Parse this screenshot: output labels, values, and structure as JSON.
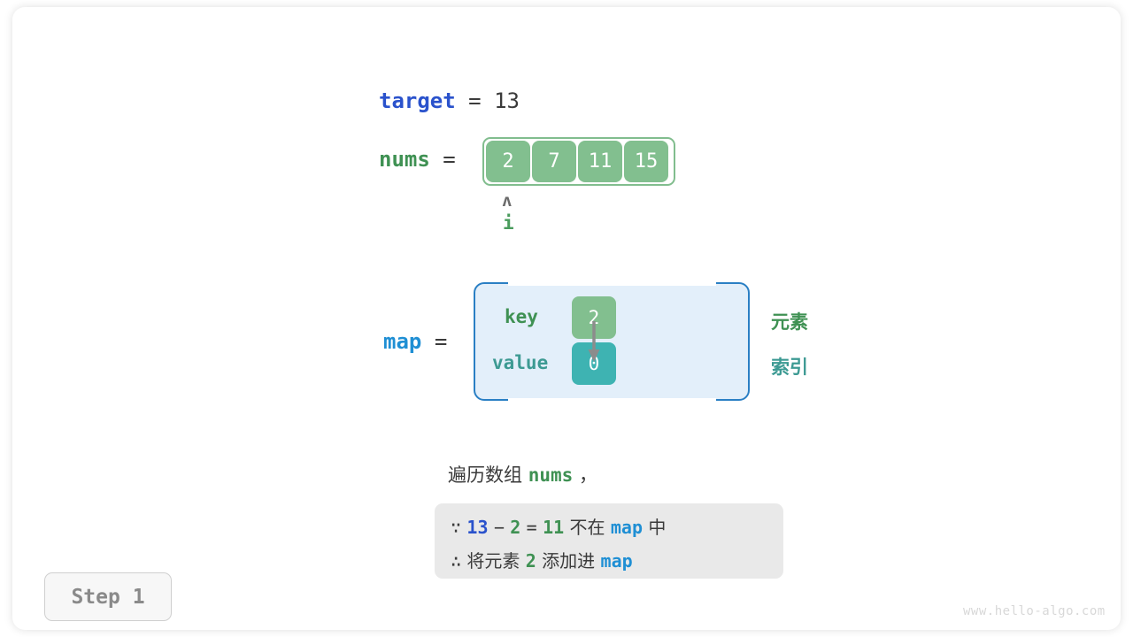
{
  "page": {
    "watermark": "www.hello-algo.com",
    "step_badge": "Step 1"
  },
  "target": {
    "name": "target",
    "equals": "=",
    "value": "13"
  },
  "nums": {
    "name": "nums",
    "equals": "=",
    "cells": [
      "2",
      "7",
      "11",
      "15"
    ],
    "pointer_caret": "ʌ",
    "pointer_label": "i",
    "pointer_index": 0
  },
  "map": {
    "name": "map",
    "equals": "=",
    "key_label": "key",
    "value_label": "value",
    "key_cell": "2",
    "value_cell": "0",
    "annotation_element": "元素",
    "annotation_index": "索引",
    "arrow_icon": "down-arrow-icon"
  },
  "caption": {
    "prefix": "遍历数组 ",
    "code": "nums",
    "suffix": " ，"
  },
  "explanation": {
    "line1": {
      "because_symbol": "∵",
      "a": "13",
      "minus": "−",
      "b": "2",
      "eq": "=",
      "c": "11",
      "text_mid": " 不在 ",
      "map": "map",
      "text_end": " 中"
    },
    "line2": {
      "therefore_symbol": "∴",
      "text_start": " 将元素 ",
      "num": "2",
      "text_mid": " 添加进 ",
      "map": "map"
    }
  },
  "colors": {
    "target_blue": "#2a52cc",
    "map_blue": "#1f8fd4",
    "green": "#3f9153",
    "cell_green": "#82bf8f",
    "teal": "#3d9a93",
    "cell_teal": "#3eb3b2",
    "map_fill": "#e3effa",
    "explain_fill": "#e9e9e9",
    "badge_gray": "#8a8a8a"
  }
}
